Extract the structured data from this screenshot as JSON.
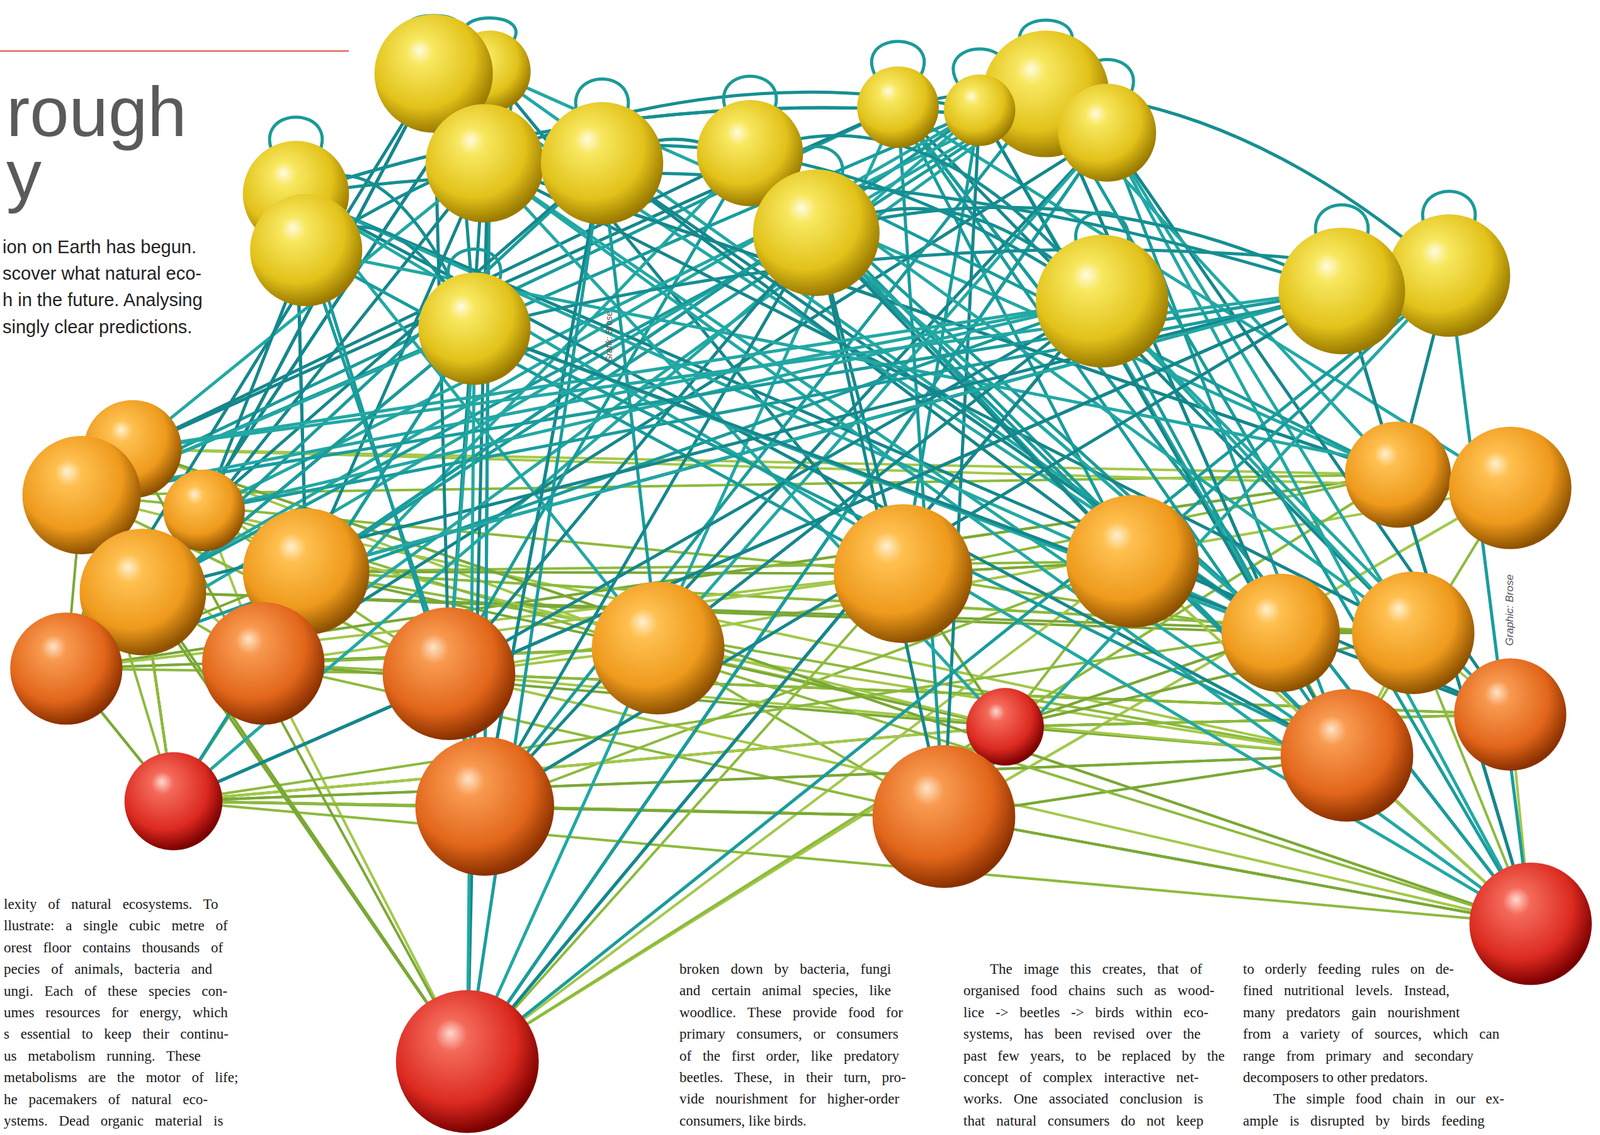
{
  "diagram": {
    "title": "rough y",
    "labels": [
      "ion on Earth has begun.",
      "scover what natural eco-",
      "h in the future. Analysing",
      "singly clear predictions.",
      "Grafik: Brose",
      "Graphic: Brose",
      "lexity of natural ecosystems. To",
      "llustrate: a single cubic metre of",
      "orest floor contains thousands of",
      "pecies of animals, bacteria and",
      "ungi. Each of these species con-",
      "umes resources for energy, which",
      "s essential to keep their continu-",
      "us metabolism running. These",
      "metabolisms are the motor of life;",
      "he pacemakers of natural eco-",
      "ystems. Dead organic material is",
      "broken down by bacteria, fungi",
      "and certain animal species, like",
      "woodlice. These provide food for",
      "primary consumers, or consumers",
      "of the first order, like predatory",
      "beetles. These, in their turn, pro-",
      "vide nourishment for higher-order",
      "consumers, like birds.",
      "The image this creates, that of",
      "organised food chains such as wood-",
      "lice -> beetles -> birds within eco-",
      "systems, has been revised over the",
      "past few years, to be replaced by the",
      "concept of complex interactive net-",
      "works. One associated conclusion is",
      "that natural consumers do not keep",
      "to orderly feeding rules on de-",
      "fined nutritional levels. Instead,",
      "many predators gain nourishment",
      "from a variety of sources, which can",
      "range from primary and secondary",
      "decomposers to other predators.",
      "The simple food chain in our ex-",
      "ample is disrupted by birds feeding"
    ]
  }
}
